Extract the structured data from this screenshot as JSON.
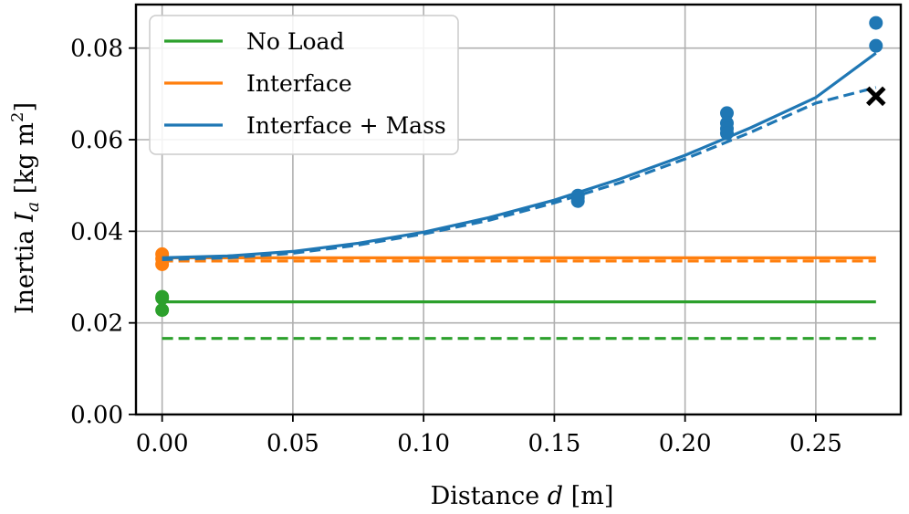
{
  "chart_data": {
    "type": "line",
    "xlabel": "Distance d [m]",
    "xlabel_parts": {
      "prefix": "Distance ",
      "var": "d",
      "suffix": " [m]"
    },
    "ylabel": "Inertia I_a [kg m^2]",
    "ylabel_parts": {
      "prefix": "Inertia ",
      "var": "I",
      "sub": "a",
      "mid": " [kg m",
      "sup": "2",
      "suffix": "]"
    },
    "xlim": [
      -0.01,
      0.2825
    ],
    "ylim": [
      0.0,
      0.0895
    ],
    "xticks": [
      0.0,
      0.05,
      0.1,
      0.15,
      0.2,
      0.25
    ],
    "xtick_labels": [
      "0.00",
      "0.05",
      "0.10",
      "0.15",
      "0.20",
      "0.25"
    ],
    "yticks": [
      0.0,
      0.02,
      0.04,
      0.06,
      0.08
    ],
    "ytick_labels": [
      "0.00",
      "0.02",
      "0.04",
      "0.06",
      "0.08"
    ],
    "grid": true,
    "legend": {
      "placement": "top-left",
      "entries": [
        "No Load",
        "Interface",
        "Interface + Mass"
      ]
    },
    "colors": {
      "no_load": "#2ca02c",
      "interface": "#ff7f0e",
      "interface_mass": "#1f77b4",
      "marker_x": "#000000"
    },
    "series": [
      {
        "name": "No Load",
        "color": "#2ca02c",
        "fit_solid": {
          "x": [
            0.0,
            0.273
          ],
          "y": [
            0.0246,
            0.0246
          ]
        },
        "fit_dashed": {
          "x": [
            0.0,
            0.273
          ],
          "y": [
            0.0166,
            0.0166
          ]
        },
        "points": {
          "x": [
            0.0,
            0.0,
            0.0
          ],
          "y": [
            0.0257,
            0.0254,
            0.0228
          ]
        }
      },
      {
        "name": "Interface",
        "color": "#ff7f0e",
        "fit_solid": {
          "x": [
            0.0,
            0.273
          ],
          "y": [
            0.0342,
            0.0342
          ]
        },
        "fit_dashed": {
          "x": [
            0.0,
            0.273
          ],
          "y": [
            0.0335,
            0.0335
          ]
        },
        "points": {
          "x": [
            0.0,
            0.0,
            0.0
          ],
          "y": [
            0.035,
            0.034,
            0.0328
          ]
        }
      },
      {
        "name": "Interface + Mass",
        "color": "#1f77b4",
        "fit_solid": {
          "x": [
            0.0,
            0.025,
            0.05,
            0.075,
            0.1,
            0.125,
            0.15,
            0.175,
            0.2,
            0.225,
            0.25,
            0.273
          ],
          "y": [
            0.0342,
            0.0346,
            0.0356,
            0.0374,
            0.0398,
            0.043,
            0.0468,
            0.0514,
            0.0566,
            0.0626,
            0.0692,
            0.0789
          ]
        },
        "fit_dashed": {
          "x": [
            0.0,
            0.025,
            0.05,
            0.075,
            0.1,
            0.125,
            0.15,
            0.175,
            0.2,
            0.225,
            0.25,
            0.273
          ],
          "y": [
            0.0338,
            0.0342,
            0.0352,
            0.037,
            0.0394,
            0.0424,
            0.0462,
            0.0506,
            0.0558,
            0.0616,
            0.068,
            0.0714
          ]
        },
        "points": {
          "x": [
            0.159,
            0.159,
            0.159,
            0.216,
            0.216,
            0.216,
            0.216,
            0.273,
            0.273
          ],
          "y": [
            0.0478,
            0.0473,
            0.0466,
            0.0658,
            0.0636,
            0.0624,
            0.0614,
            0.0855,
            0.0805
          ]
        }
      }
    ],
    "annotations": [
      {
        "type": "x-marker",
        "x": 0.273,
        "y": 0.0695,
        "color": "#000000"
      }
    ]
  }
}
